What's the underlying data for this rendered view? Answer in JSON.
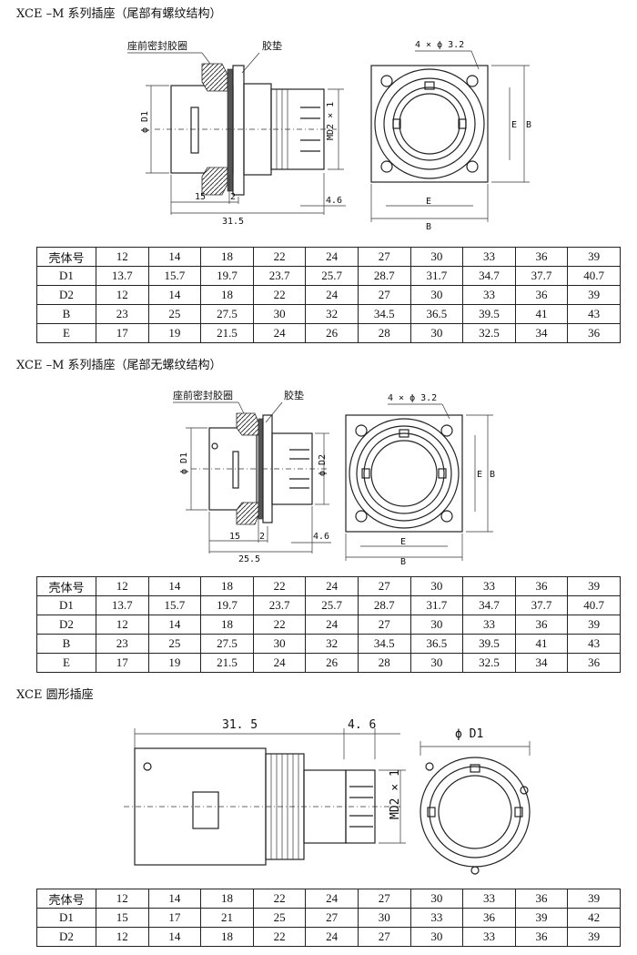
{
  "section1": {
    "title": "XCE –M 系列插座（尾部有螺纹结构）",
    "labels": {
      "seal": "座前密封胶圈",
      "gasket": "胶垫",
      "holes": "4 × ϕ 3.2",
      "d1": "ϕ D1",
      "md2": "MD2 × 1",
      "dim15": "15",
      "dim2": "2",
      "dim46": "4.6",
      "dim315": "31.5",
      "e_side": "E",
      "b_side": "B",
      "e_bottom": "E",
      "b_bottom": "B"
    }
  },
  "table1": {
    "header": "壳体号",
    "cols": [
      "12",
      "14",
      "18",
      "22",
      "24",
      "27",
      "30",
      "33",
      "36",
      "39"
    ],
    "rows": [
      {
        "name": "D1",
        "values": [
          "13.7",
          "15.7",
          "19.7",
          "23.7",
          "25.7",
          "28.7",
          "31.7",
          "34.7",
          "37.7",
          "40.7"
        ]
      },
      {
        "name": "D2",
        "values": [
          "12",
          "14",
          "18",
          "22",
          "24",
          "27",
          "30",
          "33",
          "36",
          "39"
        ]
      },
      {
        "name": "B",
        "values": [
          "23",
          "25",
          "27.5",
          "30",
          "32",
          "34.5",
          "36.5",
          "39.5",
          "41",
          "43"
        ]
      },
      {
        "name": "E",
        "values": [
          "17",
          "19",
          "21.5",
          "24",
          "26",
          "28",
          "30",
          "32.5",
          "34",
          "36"
        ]
      }
    ]
  },
  "section2": {
    "title": "XCE –M 系列插座（尾部无螺纹结构）",
    "labels": {
      "seal": "座前密封胶圈",
      "gasket": "胶垫",
      "holes": "4 × ϕ 3.2",
      "d1": "ϕ D1",
      "d2": "ϕ D2",
      "dim15": "15",
      "dim2": "2",
      "dim46": "4.6",
      "dim255": "25.5",
      "e_side": "E",
      "b_side": "B",
      "e_bottom": "E",
      "b_bottom": "B"
    }
  },
  "table2": {
    "header": "壳体号",
    "cols": [
      "12",
      "14",
      "18",
      "22",
      "24",
      "27",
      "30",
      "33",
      "36",
      "39"
    ],
    "rows": [
      {
        "name": "D1",
        "values": [
          "13.7",
          "15.7",
          "19.7",
          "23.7",
          "25.7",
          "28.7",
          "31.7",
          "34.7",
          "37.7",
          "40.7"
        ]
      },
      {
        "name": "D2",
        "values": [
          "12",
          "14",
          "18",
          "22",
          "24",
          "27",
          "30",
          "33",
          "36",
          "39"
        ]
      },
      {
        "name": "B",
        "values": [
          "23",
          "25",
          "27.5",
          "30",
          "32",
          "34.5",
          "36.5",
          "39.5",
          "41",
          "43"
        ]
      },
      {
        "name": "E",
        "values": [
          "17",
          "19",
          "21.5",
          "24",
          "26",
          "28",
          "30",
          "32.5",
          "34",
          "36"
        ]
      }
    ]
  },
  "section3": {
    "title": "XCE 圆形插座",
    "labels": {
      "dim315": "31. 5",
      "dim46": "4. 6",
      "d1": "ϕ D1",
      "md2": "MD2 × 1"
    }
  },
  "table3": {
    "header": "壳体号",
    "cols": [
      "12",
      "14",
      "18",
      "22",
      "24",
      "27",
      "30",
      "33",
      "36",
      "39"
    ],
    "rows": [
      {
        "name": "D1",
        "values": [
          "15",
          "17",
          "21",
          "25",
          "27",
          "30",
          "33",
          "36",
          "39",
          "42"
        ]
      },
      {
        "name": "D2",
        "values": [
          "12",
          "14",
          "18",
          "22",
          "24",
          "27",
          "30",
          "33",
          "36",
          "39"
        ]
      }
    ]
  }
}
